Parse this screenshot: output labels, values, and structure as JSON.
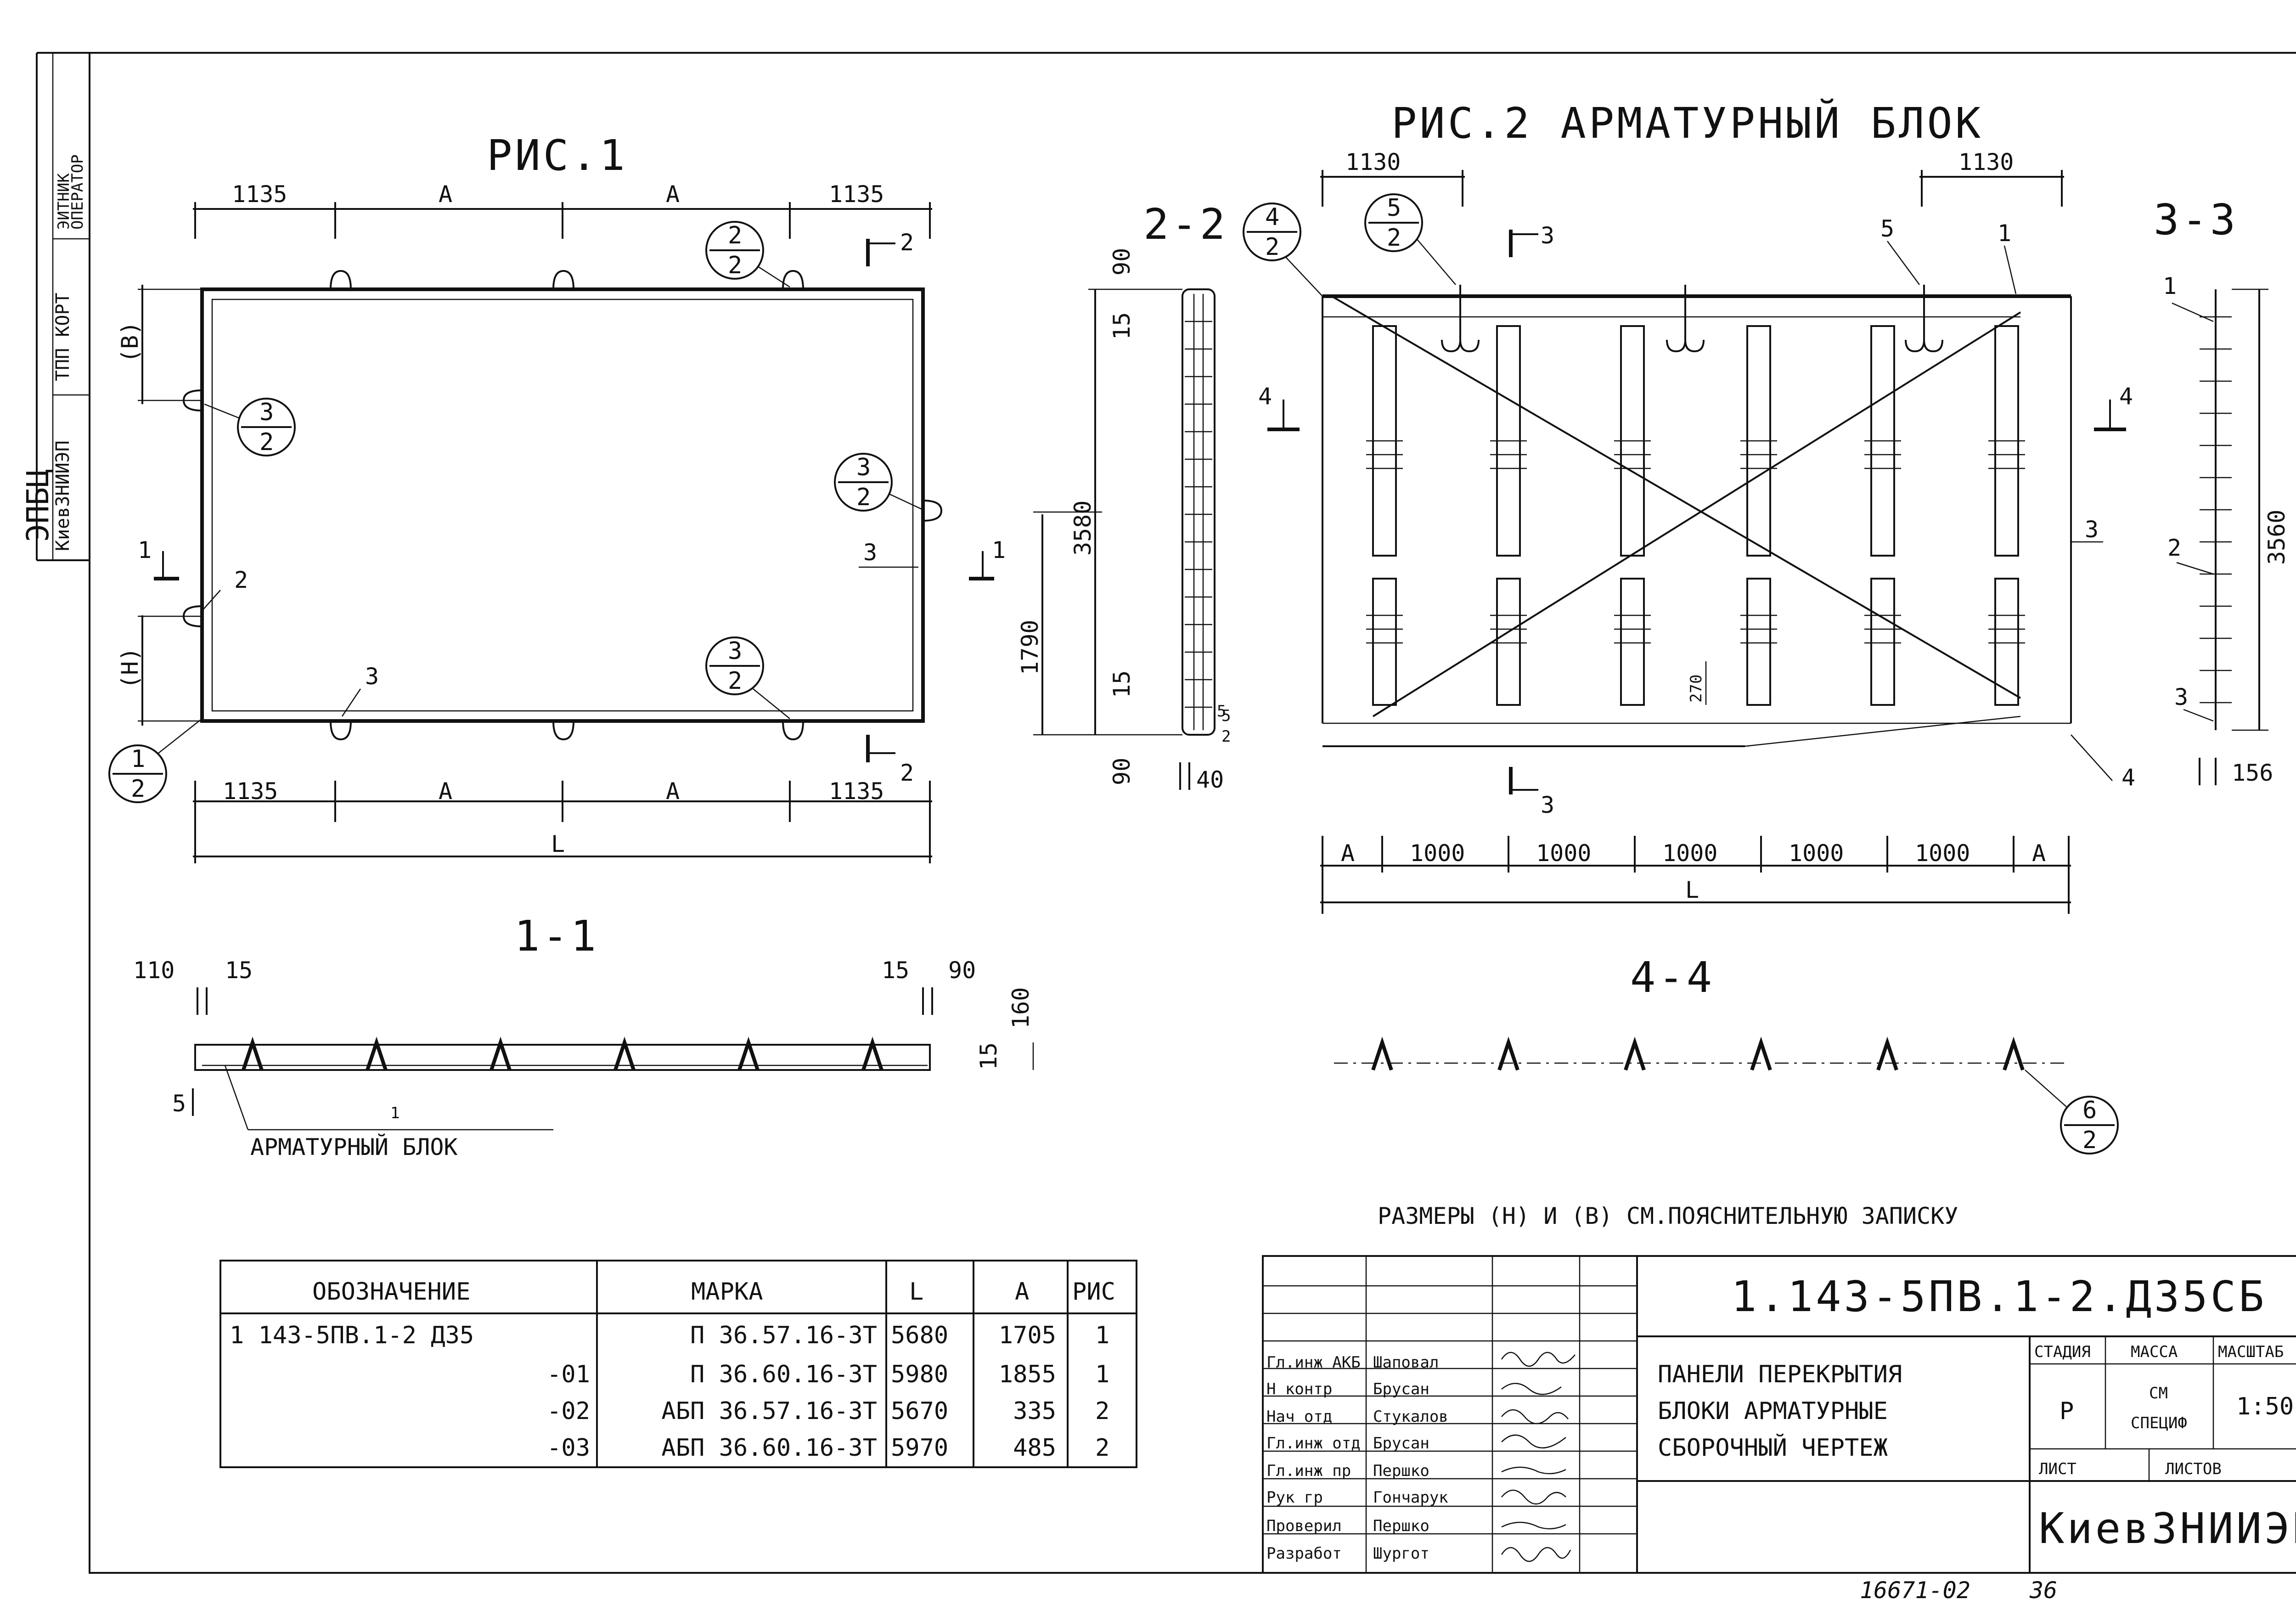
{
  "fig1": {
    "title": "РИС.1",
    "dim_top": [
      "1135",
      "A",
      "A",
      "1135"
    ],
    "dim_bottom": [
      "1135",
      "A",
      "A",
      "1135"
    ],
    "dim_L": "L",
    "dim_B": "(B)",
    "dim_H": "(H)",
    "cut_1": "1",
    "cut_2": "2",
    "labels": {
      "l2": "2",
      "l3a": "3",
      "l3b": "3"
    },
    "bubbles": [
      {
        "n": "2",
        "d": "2"
      },
      {
        "n": "3",
        "d": "2"
      },
      {
        "n": "3",
        "d": "2"
      },
      {
        "n": "3",
        "d": "2"
      },
      {
        "n": "1",
        "d": "2"
      }
    ]
  },
  "sec22": {
    "title": "2-2",
    "dims": [
      "90",
      "15",
      "3580",
      "1790",
      "15",
      "90",
      "5",
      "40"
    ]
  },
  "fig2": {
    "title": "РИС.2 АРМАТУРНЫЙ БЛОК",
    "dim_top": [
      "1130",
      "1130"
    ],
    "dim_bottom": [
      "A",
      "1000",
      "1000",
      "1000",
      "1000",
      "1000",
      "A"
    ],
    "dim_L": "L",
    "dim_270": "270",
    "dim_5": "5",
    "dim_2": "2",
    "cut_3": "3",
    "cut_4": "4",
    "labels": {
      "l5": "5",
      "l1": "1",
      "l3": "3",
      "l4": "4"
    },
    "bubbles": [
      {
        "n": "4",
        "d": "2"
      },
      {
        "n": "5",
        "d": "2"
      }
    ]
  },
  "sec33": {
    "title": "3-3",
    "dims": [
      "3560",
      "156"
    ],
    "labels": {
      "l1": "1",
      "l2": "2",
      "l3": "3"
    }
  },
  "sec11": {
    "title": "1-1",
    "dims": [
      "110",
      "15",
      "15",
      "90",
      "160",
      "15",
      "5"
    ],
    "label_1": "1",
    "caption": "АРМАТУРНЫЙ БЛОК"
  },
  "sec44": {
    "title": "4-4",
    "bubble": {
      "n": "6",
      "d": "2"
    }
  },
  "note": "РАЗМЕРЫ (H) И (B) СМ.ПОЯСНИТЕЛЬНУЮ ЗАПИСКУ",
  "spec_table": {
    "headers": [
      "ОБОЗНАЧЕНИЕ",
      "МАРКА",
      "L",
      "A",
      "РИС"
    ],
    "rows": [
      [
        "1 143-5ПВ.1-2 Д35",
        "П 36.57.16-3Т",
        "5680",
        "1705",
        "1"
      ],
      [
        "-01",
        "П 36.60.16-3Т",
        "5980",
        "1855",
        "1"
      ],
      [
        "-02",
        "АБП 36.57.16-3Т",
        "5670",
        "335",
        "2"
      ],
      [
        "-03",
        "АБП 36.60.16-3Т",
        "5970",
        "485",
        "2"
      ]
    ]
  },
  "title_block": {
    "code": "1.143-5ПВ.1-2.Д35СБ",
    "name_lines": [
      "ПАНЕЛИ ПЕРЕКРЫТИЯ",
      "БЛОКИ АРМАТУРНЫЕ",
      "СБОРОЧНЫЙ ЧЕРТЕЖ"
    ],
    "stage_label": "СТАДИЯ",
    "mass_label": "МАССА",
    "scale_label": "МАСШТАБ",
    "stage": "Р",
    "mass_1": "СМ",
    "mass_2": "СПЕЦИФ",
    "scale": "1:50",
    "sheet_label": "ЛИСТ",
    "sheets_label": "ЛИСТОВ",
    "org": "КиевЗНИИЭП",
    "roles": [
      "Гл.инж АКБ",
      "Н контр",
      "Нач отд",
      "Гл.инж отд",
      "Гл.инж пр",
      "Рук гр",
      "Проверил",
      "Разработ"
    ],
    "people": [
      "Шаповал",
      "Брусан",
      "Стукалов",
      "Брусан",
      "Першко",
      "Гончарук",
      "Першко",
      "Шургот"
    ]
  },
  "sidebar": {
    "org": "КиевЗНИИЭП",
    "dept": "ТПП КОРТ",
    "seal_1": "ЭПБЦ",
    "seal_2": "ОПЕРАТОР",
    "seal_3": "ЭИТНИК"
  },
  "footer_num": "16671-02",
  "footer_page": "36"
}
